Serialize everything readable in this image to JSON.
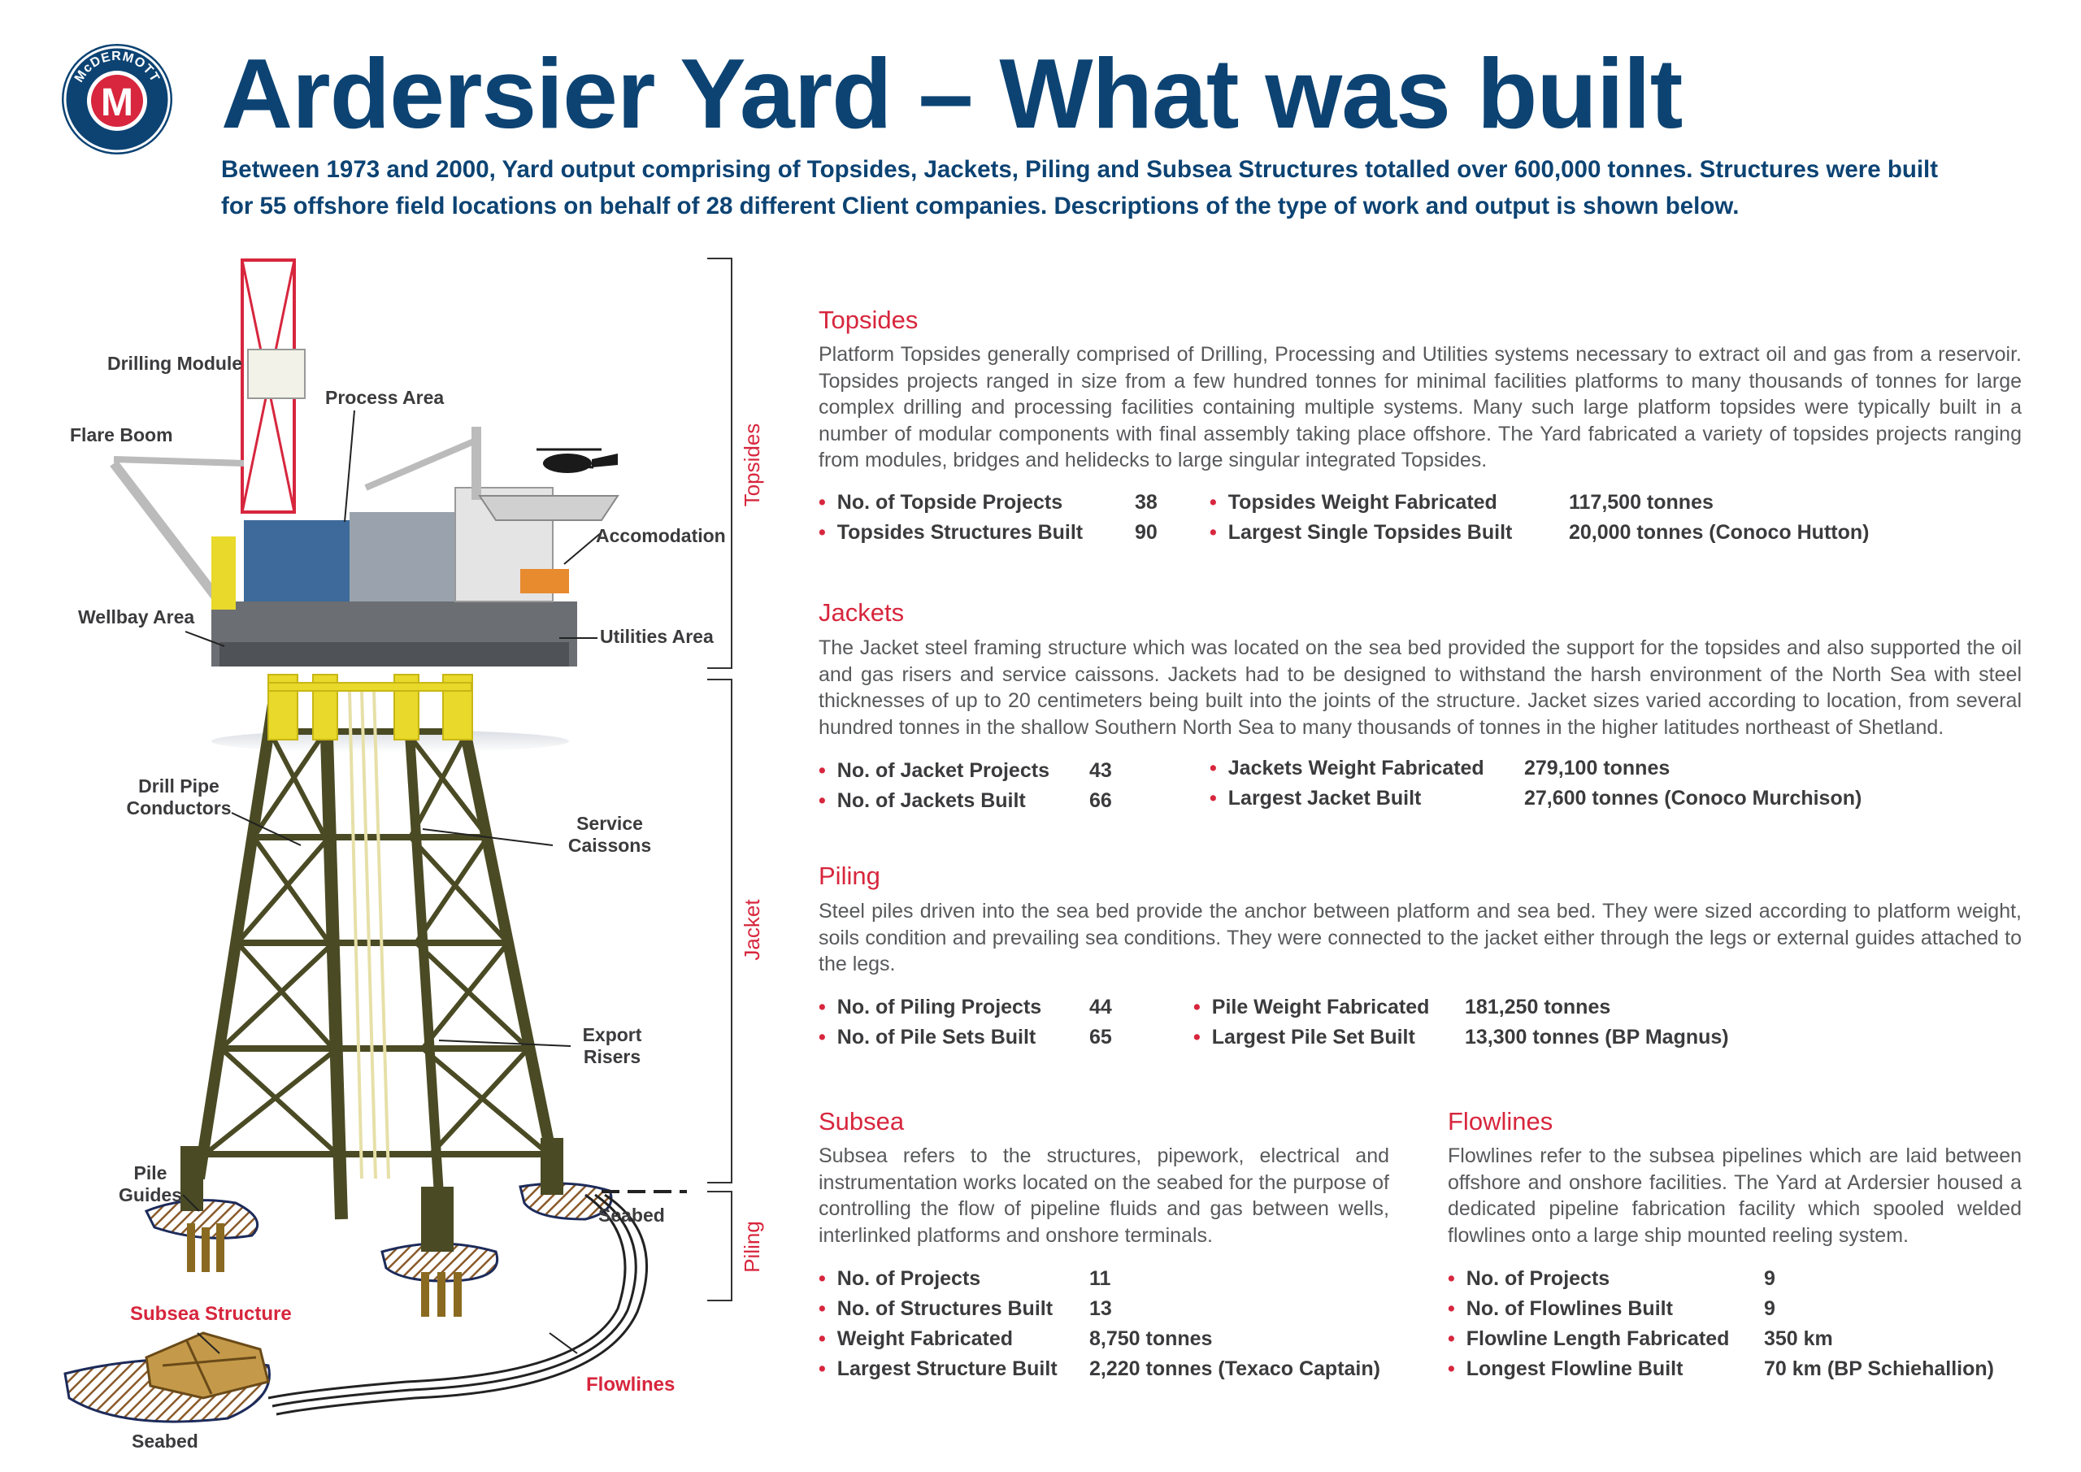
{
  "header": {
    "logo_text": "McDERMOTT",
    "logo_letter": "M",
    "title": "Ardersier Yard – What was built",
    "subtitle": "Between 1973 and 2000, Yard output comprising of Topsides, Jackets, Piling and Subsea Structures totalled over 600,000 tonnes. Structures were built for 55 offshore field locations on behalf of 28 different Client companies. Descriptions of the type of work and output is shown below."
  },
  "diagram": {
    "labels": {
      "drilling_module": "Drilling Module",
      "process_area": "Process Area",
      "flare_boom": "Flare Boom",
      "accomodation": "Accomodation",
      "wellbay_area": "Wellbay Area",
      "utilities_area": "Utilities Area",
      "drill_pipe_1": "Drill Pipe",
      "drill_pipe_2": "Conductors",
      "service_1": "Service",
      "service_2": "Caissons",
      "export_1": "Export",
      "export_2": "Risers",
      "pile_1": "Pile",
      "pile_2": "Guides",
      "seabed_right": "Seabed",
      "subsea_structure": "Subsea Structure",
      "flowlines": "Flowlines",
      "seabed_bottom": "Seabed"
    },
    "brackets": {
      "topsides": "Topsides",
      "jacket": "Jacket",
      "piling": "Piling"
    }
  },
  "sections": {
    "topsides": {
      "title": "Topsides",
      "body": "Platform Topsides generally comprised of Drilling, Processing and Utilities systems necessary to extract oil and gas from a reservoir. Topsides projects ranged in size from a few hundred tonnes for minimal facilities platforms to many thousands of tonnes for large complex drilling and processing facilities containing multiple systems. Many such large platform topsides were typically built in a number of modular components with final assembly taking place offshore. The Yard fabricated a variety of topsides projects ranging from modules, bridges and helidecks to large singular integrated Topsides.",
      "stats": [
        {
          "label": "No. of Topside Projects",
          "value": "38"
        },
        {
          "label": "Topsides Structures Built",
          "value": "90"
        },
        {
          "label": "Topsides Weight Fabricated",
          "value": "117,500 tonnes"
        },
        {
          "label": "Largest Single Topsides Built",
          "value": "20,000 tonnes (Conoco Hutton)"
        }
      ]
    },
    "jackets": {
      "title": "Jackets",
      "body": "The Jacket steel framing structure which was located on the sea bed provided the support for the topsides and also supported the oil and gas risers and service caissons. Jackets had to be designed to withstand the harsh environment of the North Sea with steel thicknesses of up to 20 centimeters being built into the joints of the structure. Jacket sizes varied according to location, from several hundred tonnes in the shallow Southern North Sea to many thousands of tonnes in the higher latitudes northeast of Shetland.",
      "stats": [
        {
          "label": "No. of Jacket Projects",
          "value": "43"
        },
        {
          "label": "No. of Jackets Built",
          "value": "66"
        },
        {
          "label": "Jackets Weight Fabricated",
          "value": "279,100 tonnes"
        },
        {
          "label": "Largest Jacket Built",
          "value": "27,600 tonnes (Conoco Murchison)"
        }
      ]
    },
    "piling": {
      "title": "Piling",
      "body": "Steel piles driven into the sea bed provide the anchor between platform and sea bed. They were sized according to platform weight, soils condition and prevailing sea conditions. They were connected to the jacket either through the legs or external guides attached to the legs.",
      "stats": [
        {
          "label": "No. of Piling Projects",
          "value": "44"
        },
        {
          "label": "No. of Pile Sets Built",
          "value": "65"
        },
        {
          "label": "Pile Weight Fabricated",
          "value": "181,250 tonnes"
        },
        {
          "label": "Largest Pile Set Built",
          "value": "13,300 tonnes (BP Magnus)"
        }
      ]
    },
    "subsea": {
      "title": "Subsea",
      "body": "Subsea refers to the structures, pipework, electrical and instrumentation works located on the seabed for the purpose of controlling the flow of pipeline fluids and gas between wells, interlinked platforms and onshore terminals.",
      "stats": [
        {
          "label": "No. of Projects",
          "value": "11"
        },
        {
          "label": "No. of Structures Built",
          "value": "13"
        },
        {
          "label": "Weight Fabricated",
          "value": "8,750 tonnes"
        },
        {
          "label": "Largest Structure Built",
          "value": "2,220 tonnes (Texaco Captain)"
        }
      ]
    },
    "flowlines": {
      "title": "Flowlines",
      "body": "Flowlines refer to the subsea pipelines which are laid between offshore and onshore facilities. The Yard at Ardersier housed a dedicated pipeline fabrication facility which spooled welded flowlines onto a large ship mounted reeling system.",
      "stats": [
        {
          "label": "No. of Projects",
          "value": "9"
        },
        {
          "label": "No. of Flowlines Built",
          "value": "9"
        },
        {
          "label": "Flowline Length Fabricated",
          "value": "350 km"
        },
        {
          "label": "Longest Flowline Built",
          "value": "70 km (BP Schiehallion)"
        }
      ]
    }
  },
  "colors": {
    "title_blue": "#0c4373",
    "accent_red": "#d7263d",
    "body_grey": "#58595b",
    "jacket_olive": "#4a4a24",
    "jacket_yellow": "#e8d92a"
  }
}
